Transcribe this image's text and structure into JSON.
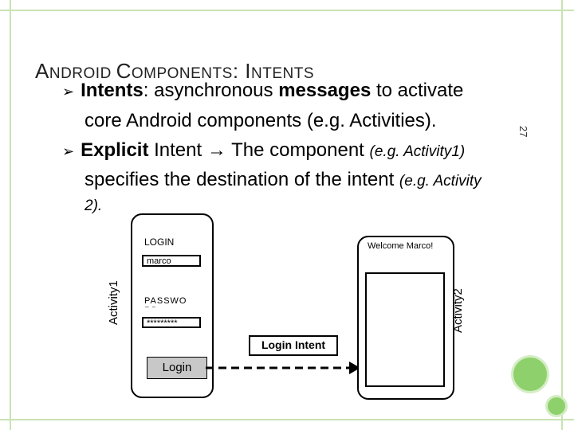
{
  "slide": {
    "title_cap1": "A",
    "title_rest1": "NDROID ",
    "title_cap2": "C",
    "title_rest2": "OMPONENTS",
    "title_colon": ": ",
    "title_cap3": "I",
    "title_rest3": "NTENTS",
    "page_number": "27",
    "bullet1": {
      "term": "Intents",
      "text_a": ": asynchronous ",
      "term2": "messages",
      "text_b": " to activate",
      "line2": "core Android components (e.g. Activities)."
    },
    "bullet2": {
      "term": "Explicit",
      "text_a": " Intent ",
      "arrow": "→",
      "text_b": " The component ",
      "example1": "(e.g. Activity1)",
      "line2_text": "specifies the destination of the intent ",
      "example2": "(e.g. Activity",
      "line3": "2)."
    }
  },
  "diagram": {
    "activity1_label": "Activity1",
    "activity2_label": "Activity2",
    "login_label": "LOGIN",
    "username_value": "marco",
    "password_label": "PASSWO RD",
    "password_value": "*********",
    "login_button": "Login",
    "intent_label": "Login Intent",
    "welcome_text": "Welcome Marco!"
  },
  "colors": {
    "frame": "#c9e3b4",
    "circle": "#8ed16c",
    "button": "#c8c8c8"
  }
}
